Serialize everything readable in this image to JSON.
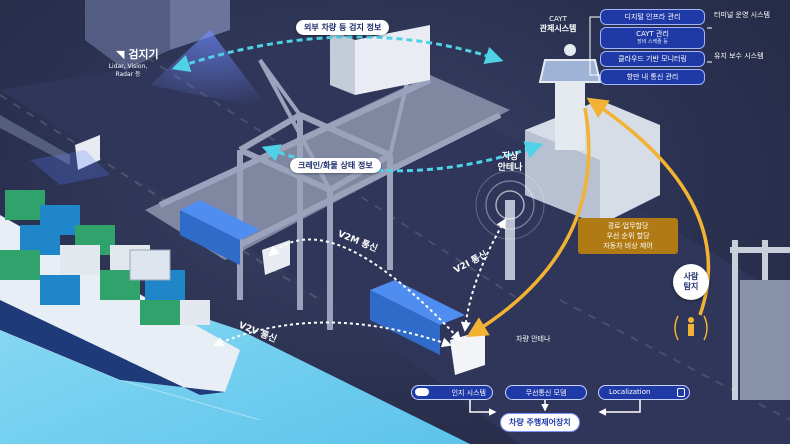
{
  "control_center": {
    "name_en": "CAYT",
    "name_ko": "관제시스템"
  },
  "control_functions": [
    {
      "label": "디지털 인프라 관리",
      "sub": ""
    },
    {
      "label": "CAYT 관리",
      "sub": "장비 스케줄 등"
    },
    {
      "label": "클라우드 기반 모니터링",
      "sub": ""
    },
    {
      "label": "항만 내 통신 관리",
      "sub": ""
    }
  ],
  "external_systems": [
    {
      "text": "터미널 운영 시스템"
    },
    {
      "text": "유지 보수 시스템"
    }
  ],
  "detector": {
    "title": "검지기",
    "sensors": "Lidar, Vision, Radar 등"
  },
  "flows": {
    "external_vehicle_info": "외부 차량 등 검지 정보",
    "crane_status_info": "크레인/화물 상태 정보",
    "route_assignment": [
      "경로·업무할당",
      "우선 순위 할당",
      "자동차 비상 제어"
    ]
  },
  "comm_links": {
    "v2m": "V2M 통신",
    "v2i": "V2I 통신",
    "v2v": "V2V 통신"
  },
  "antenna": {
    "ground": [
      "지상",
      "안테나"
    ],
    "vehicle": "차량 안테나"
  },
  "person_detection": [
    "사람",
    "탐지"
  ],
  "vehicle_systems": {
    "items": [
      {
        "label": "인지 시스템"
      },
      {
        "label": "무선통신 모뎀"
      },
      {
        "label": "Localization"
      }
    ],
    "controller": "차량 주행제어장치"
  },
  "colors": {
    "accent_blue": "#1f3aa6",
    "flow_cyan": "#4fd1e6",
    "flow_yellow": "#f2b233",
    "route_box": "#b07a14",
    "ocean": "#6fd1f0"
  },
  "icons": [
    "antenna-icon",
    "person-icon",
    "ship-icon",
    "truck-icon",
    "crane-icon",
    "tower-icon",
    "sensor-icon"
  ]
}
